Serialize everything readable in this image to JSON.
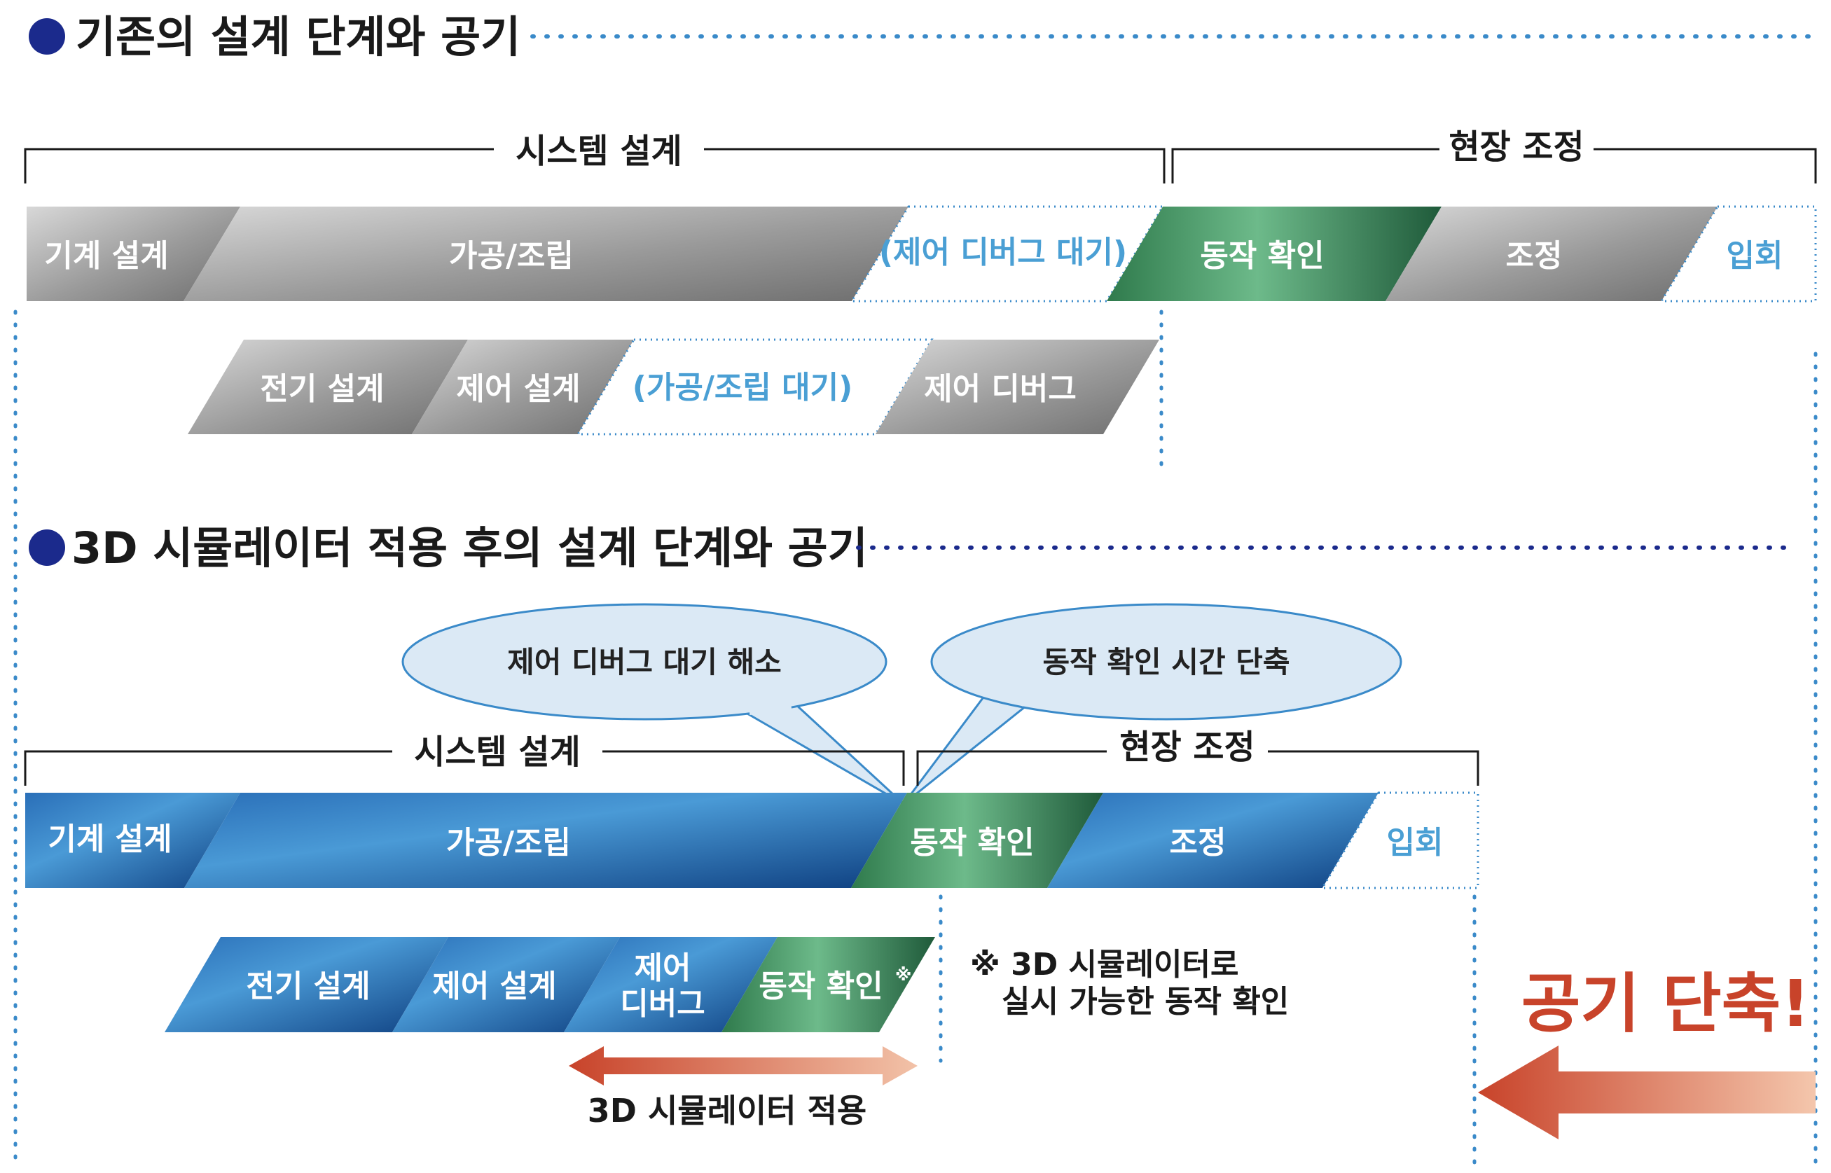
{
  "section_before": {
    "title": "기존의 설계 단계와 공기",
    "bracket_left": "시스템 설계",
    "bracket_right": "현장 조정",
    "row1": [
      "기계 설계",
      "가공/조립",
      "(제어 디버그 대기)",
      "동작 확인",
      "조정",
      "입회"
    ],
    "row2": [
      "전기 설계",
      "제어 설계",
      "(가공/조립 대기)",
      "제어 디버그"
    ]
  },
  "section_after": {
    "title": "3D 시뮬레이터 적용 후의 설계 단계와 공기",
    "bubble_left": "제어 디버그 대기 해소",
    "bubble_right": "동작 확인 시간 단축",
    "bracket_left": "시스템 설계",
    "bracket_right": "현장 조정",
    "row1": [
      "기계 설계",
      "가공/조립",
      "동작 확인",
      "조정",
      "입회"
    ],
    "row2": [
      "전기 설계",
      "제어 설계",
      "제어",
      "디버그",
      "동작 확인",
      "※"
    ],
    "note_line1": "※ 3D 시뮬레이터로",
    "note_line2": "실시 가능한 동작 확인",
    "arrow_label": "3D 시뮬레이터 적용",
    "shorten_label": "공기 단축!"
  },
  "colors": {
    "bullet": "#1b2a8c",
    "dotted_blue": "#3a8ac9",
    "blue_bar": "#1e5ea8",
    "green_bar": "#3a8f5c",
    "red_arrow": "#c8432a"
  }
}
